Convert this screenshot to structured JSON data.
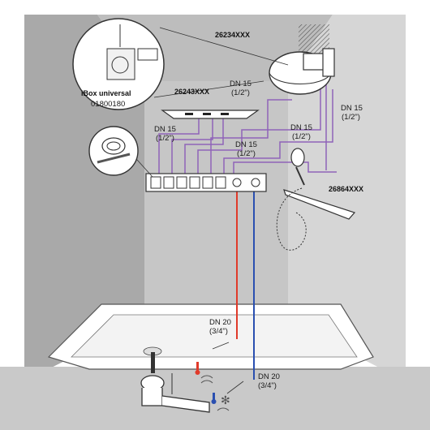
{
  "products": {
    "overhead_shower": "26234XXX",
    "mirror_shelf_shower": "26243XXX",
    "hand_shower_shelf": "26864XXX"
  },
  "ibox": {
    "name": "iBox universal",
    "part_number": "01800180"
  },
  "pipes": {
    "dn15_label": "DN 15",
    "dn15_size": "(1/2\")",
    "dn20_label": "DN 20",
    "dn20_size": "(3/4\")"
  },
  "colors": {
    "wall_dark": "#a8a8a8",
    "wall_light": "#cfcfcf",
    "hot_pipe": "#e03a2a",
    "cold_pipe": "#2a4fb0",
    "connection_pipe": "#8f63b8"
  },
  "icons": [
    "hot-water-icon",
    "cold-water-icon"
  ]
}
